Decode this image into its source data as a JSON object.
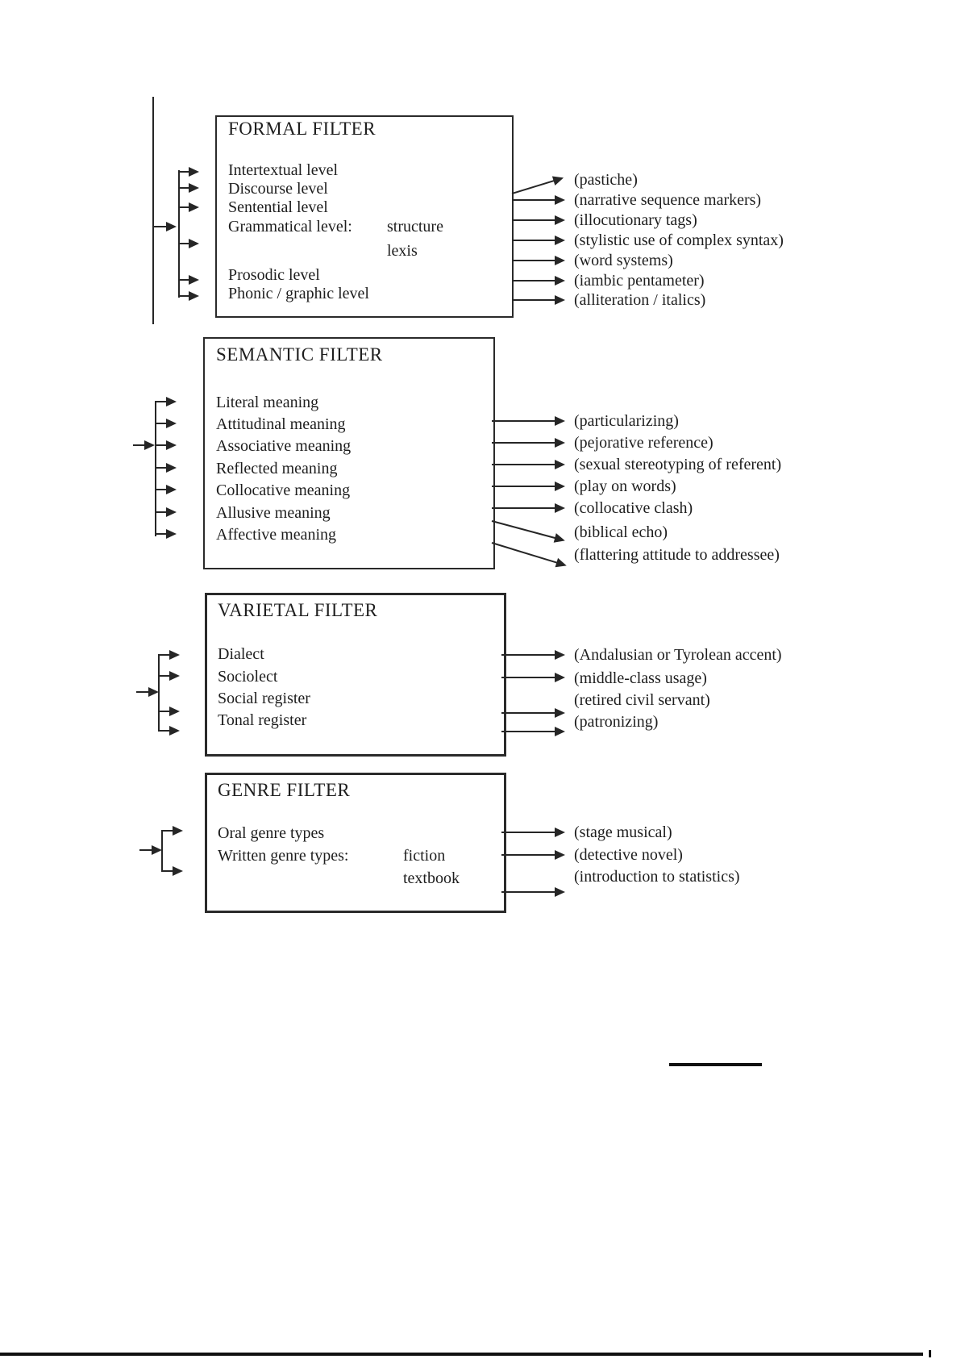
{
  "figure": {
    "sections": [
      {
        "title": "FORMAL FILTER",
        "items": [
          "Intertextual level",
          "Discourse level",
          "Sentential level",
          "Grammatical level:",
          "Prosodic level",
          "Phonic / graphic level"
        ],
        "grammatical_sub_items": [
          "structure",
          "lexis"
        ],
        "examples": [
          "(pastiche)",
          "(narrative sequence markers)",
          "(illocutionary tags)",
          "(stylistic use of complex syntax)",
          "(word systems)",
          "(iambic pentameter)",
          "(alliteration / italics)"
        ]
      },
      {
        "title": "SEMANTIC FILTER",
        "items": [
          "Literal meaning",
          "Attitudinal meaning",
          "Associative meaning",
          "Reflected meaning",
          "Collocative meaning",
          "Allusive meaning",
          "Affective meaning"
        ],
        "examples": [
          "(particularizing)",
          "(pejorative reference)",
          "(sexual stereotyping of referent)",
          "(play on words)",
          "(collocative clash)",
          "(biblical echo)",
          "(flattering attitude to addressee)"
        ]
      },
      {
        "title": "VARIETAL FILTER",
        "items": [
          "Dialect",
          "Sociolect",
          "Social register",
          "Tonal register"
        ],
        "examples": [
          "(Andalusian or Tyrolean accent)",
          "(middle-class usage)",
          "(retired civil servant)",
          "(patronizing)"
        ]
      },
      {
        "title": "GENRE FILTER",
        "items": [
          "Oral genre types",
          "Written genre types:"
        ],
        "written_sub_items": [
          "fiction",
          "textbook"
        ],
        "examples": [
          "(stage musical)",
          "(detective novel)",
          "(introduction to statistics)"
        ]
      }
    ],
    "colors": {
      "ink": "#1e1e1e",
      "line": "#262626",
      "background": "#ffffff"
    }
  }
}
